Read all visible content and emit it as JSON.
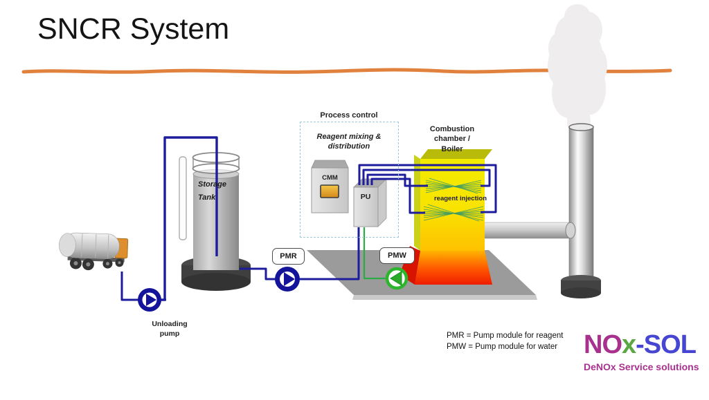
{
  "title": "SNCR System",
  "diagram": {
    "process_control_label": "Process control",
    "reagent_mixing_label": "Reagent mixing & distribution",
    "cmm_label": "CMM",
    "pu_label": "PU",
    "pmr_label": "PMR",
    "pmw_label": "PMW",
    "storage_tank_label": "Storage Tank",
    "combustion_label": "Combustion chamber / Boiler",
    "reagent_injection_label": "reagent injection",
    "unloading_pump_label": "Unloading pump"
  },
  "legend": {
    "line1": "PMR = Pump module for reagent",
    "line2": "PMW = Pump module for water"
  },
  "logo": {
    "part1": "NO",
    "part2": "x",
    "part3": "-SOL",
    "subtitle": "DeNOx Service solutions"
  },
  "icons": {
    "unloading_pump": "play-circle-right",
    "pmr_pump": "play-circle-right",
    "pmw_pump": "play-circle-left"
  },
  "colors": {
    "divider_orange": "#E0823E",
    "pipe_blue": "#1C1C9C",
    "water_green": "#2AAB45",
    "chamber_yellow": "#F3EC00",
    "chamber_orange": "#FFB200",
    "chamber_red": "#EE1C00",
    "logo_magenta": "#A8318E",
    "logo_green": "#5BA746",
    "logo_blue": "#4646D2"
  }
}
